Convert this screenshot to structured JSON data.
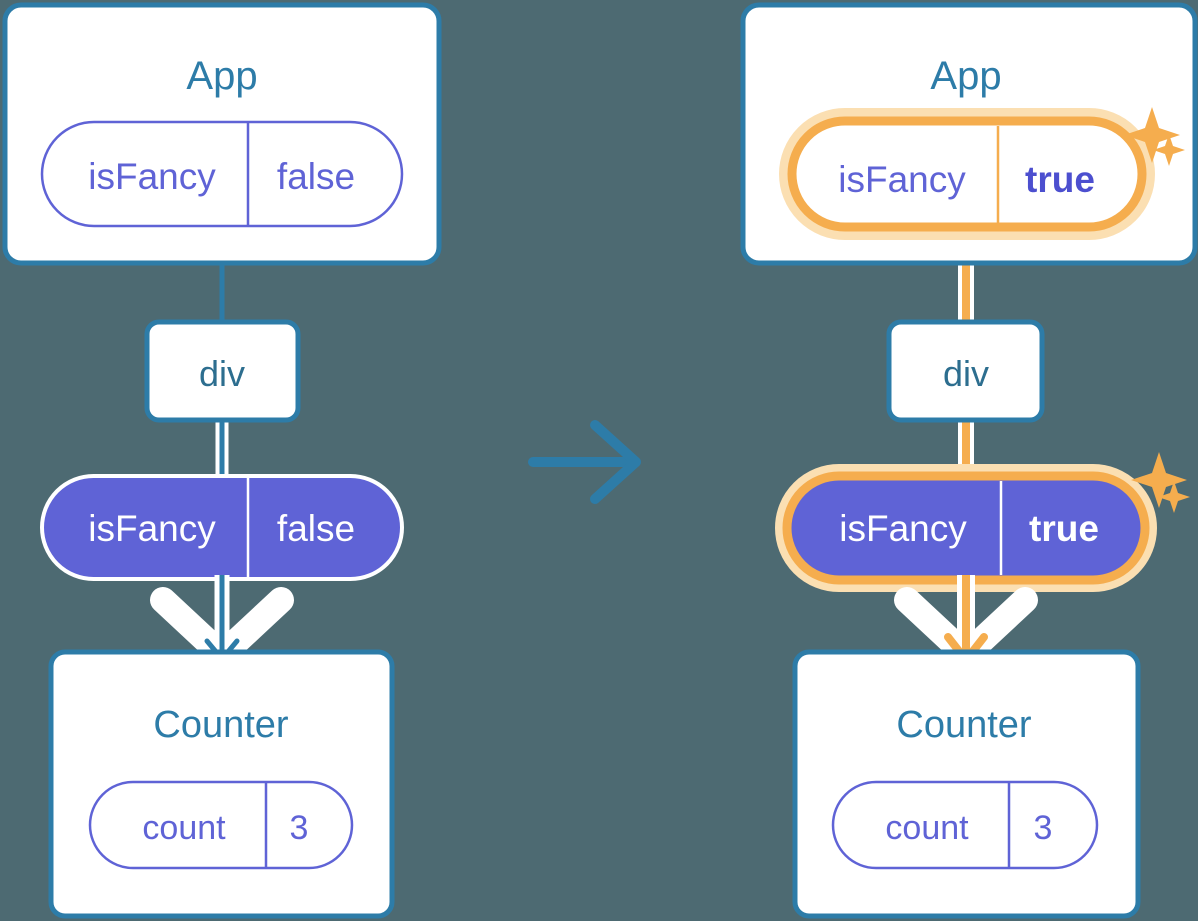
{
  "diagram": {
    "title_semantic": "react-state-propagation-before-after",
    "background_color": "#4d6a72",
    "accent_blue": "#2d7ca8",
    "accent_purple": "#5f63d6",
    "accent_orange": "#f5ad4e",
    "accent_orange_glow": "#fbdfb2",
    "panels": [
      {
        "id": "before",
        "app_box": {
          "label": "App",
          "pill": {
            "key": "isFancy",
            "value": "false",
            "style": "outline",
            "highlighted": false
          }
        },
        "div_box": {
          "label": "div"
        },
        "props_pill": {
          "key": "isFancy",
          "value": "false",
          "style": "filled",
          "highlighted": false
        },
        "counter_box": {
          "label": "Counter",
          "pill": {
            "key": "count",
            "value": "3",
            "style": "outline",
            "highlighted": false
          }
        },
        "sparkles": false
      },
      {
        "id": "after",
        "app_box": {
          "label": "App",
          "pill": {
            "key": "isFancy",
            "value": "true",
            "style": "outline",
            "highlighted": true
          }
        },
        "div_box": {
          "label": "div"
        },
        "props_pill": {
          "key": "isFancy",
          "value": "true",
          "style": "filled",
          "highlighted": true
        },
        "counter_box": {
          "label": "Counter",
          "pill": {
            "key": "count",
            "value": "3",
            "style": "outline",
            "highlighted": false
          }
        },
        "sparkles": true
      }
    ],
    "transition_arrow": {
      "name": "right-arrow-icon",
      "direction": "right",
      "color": "#2d7ca8"
    }
  }
}
